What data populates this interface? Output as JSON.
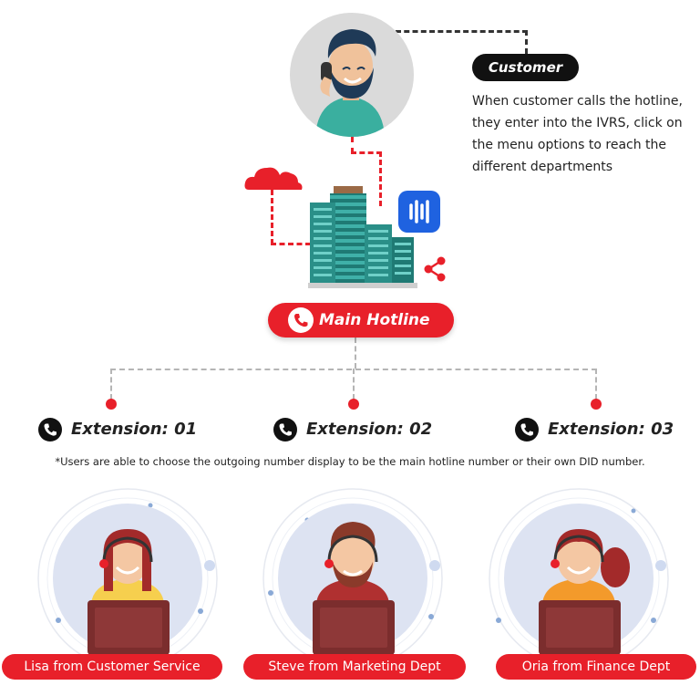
{
  "customer": {
    "label": "Customer",
    "description": "When customer calls the hotline, they enter into the IVRS, click on the menu options to reach the different departments"
  },
  "hotline": {
    "label": "Main Hotline"
  },
  "extensions": [
    {
      "label": "Extension: 01"
    },
    {
      "label": "Extension: 02"
    },
    {
      "label": "Extension: 03"
    }
  ],
  "note": "*Users are able to choose the outgoing number display to be the main hotline number or their own DID number.",
  "agents": [
    {
      "label": "Lisa from Customer Service"
    },
    {
      "label": "Steve from Marketing Dept"
    },
    {
      "label": "Oria from Finance Dept"
    }
  ],
  "icons": [
    "phone-icon",
    "cloud-icon",
    "building-icon",
    "ivr-app-icon",
    "share-icon",
    "headset-icon"
  ],
  "colors": {
    "accent": "#e8202a",
    "dark": "#111111",
    "avatar_bg": "#dde3f2"
  }
}
